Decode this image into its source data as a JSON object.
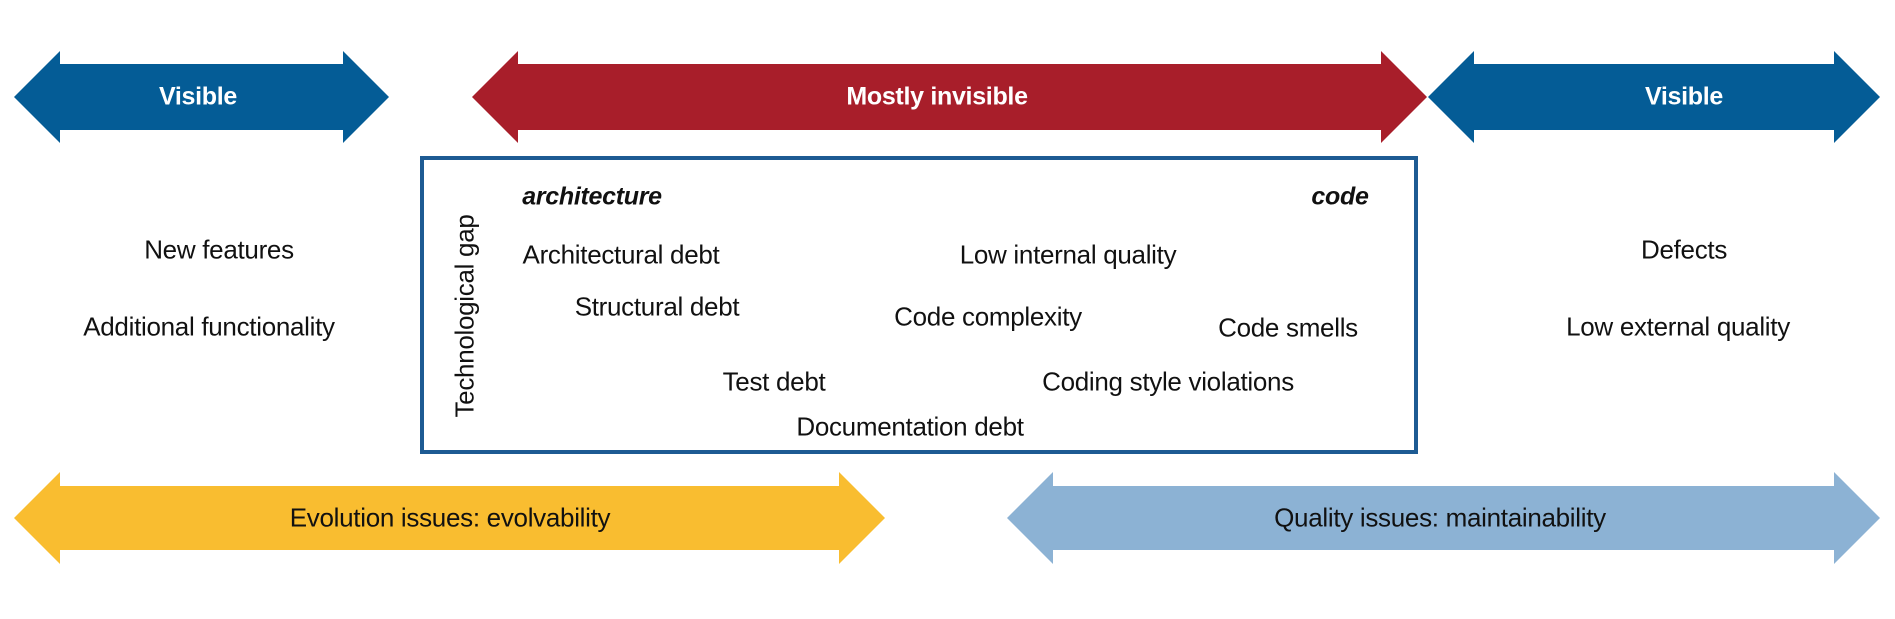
{
  "colors": {
    "visible_blue": "#045c96",
    "invisible_red": "#a81e2a",
    "evolution_yellow": "#f9bd30",
    "quality_lightblue": "#8cb2d4",
    "box_border": "#1d5b93"
  },
  "arrows": {
    "visible_left": "Visible",
    "mostly_invisible": "Mostly invisible",
    "visible_right": "Visible",
    "evolution": "Evolution issues: evolvability",
    "quality": "Quality issues: maintainability"
  },
  "left_column": {
    "new_features": "New features",
    "additional_functionality": "Additional functionality"
  },
  "right_column": {
    "defects": "Defects",
    "low_external_quality": "Low external quality"
  },
  "gap": {
    "label": "Technological gap",
    "architecture": "architecture",
    "code": "code",
    "architectural_debt": "Architectural debt",
    "low_internal_quality": "Low internal quality",
    "structural_debt": "Structural debt",
    "code_complexity": "Code complexity",
    "code_smells": "Code smells",
    "test_debt": "Test debt",
    "coding_style_violations": "Coding style violations",
    "documentation_debt": "Documentation debt"
  }
}
